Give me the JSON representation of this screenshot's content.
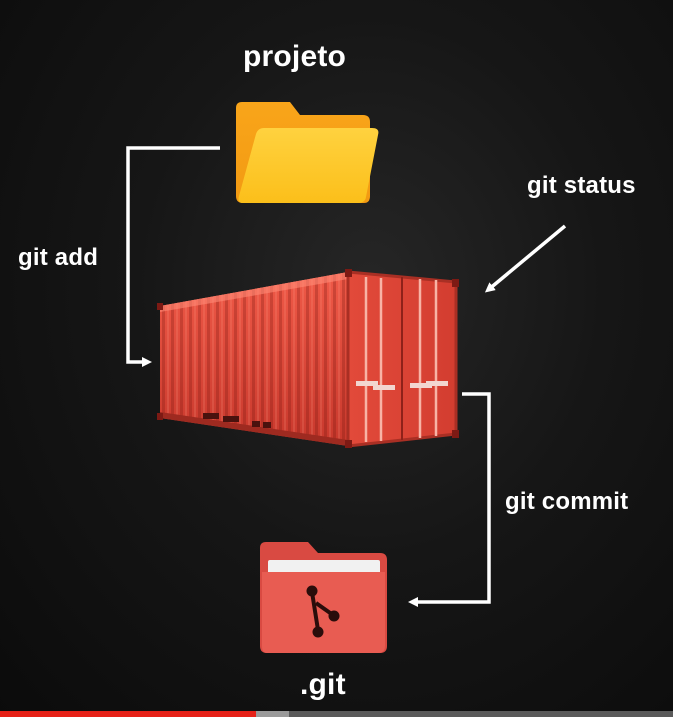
{
  "nodes": {
    "folder": {
      "label": "projeto",
      "icon": "folder-icon"
    },
    "container": {
      "icon": "shipping-container-icon"
    },
    "repo": {
      "label": ".git",
      "icon": "git-folder-icon"
    }
  },
  "edges": {
    "add": {
      "label": "git add"
    },
    "status": {
      "label": "git status"
    },
    "commit": {
      "label": "git commit"
    }
  },
  "colors": {
    "background": "#141414",
    "folder": "#fbb515",
    "container": "#e84a3d",
    "git_folder": "#e85c52",
    "arrow": "#ffffff"
  },
  "video": {
    "progress_fraction": 0.38,
    "buffer_fraction": 0.05
  }
}
